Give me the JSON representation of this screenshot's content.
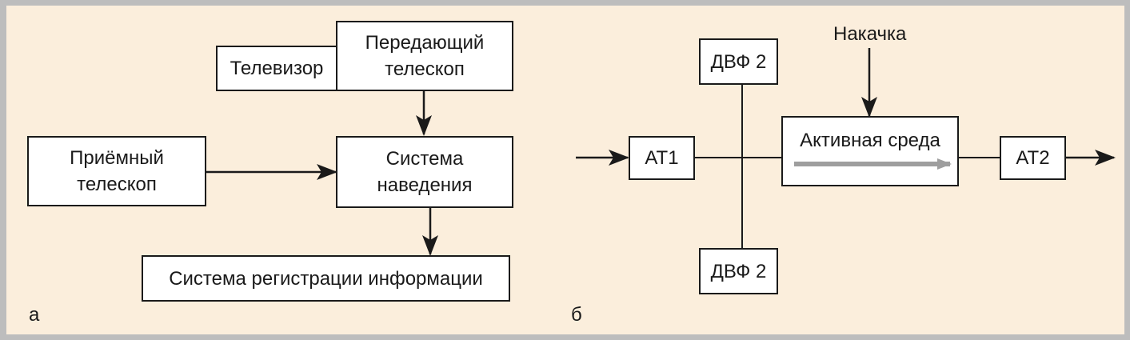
{
  "diagram_a": {
    "tv_label": "Телевизор",
    "transmit_telescope": "Передающий\nтелескоп",
    "receive_telescope": "Приёмный\nтелескоп",
    "guidance_system": "Система\nнаведения",
    "registration_system": "Система регистрации информации",
    "panel_letter": "а"
  },
  "diagram_b": {
    "pump_label": "Накачка",
    "dvf_top": "ДВФ 2",
    "dvf_bottom": "ДВФ 2",
    "at1": "АТ1",
    "active_medium": "Активная среда",
    "at2": "АТ2",
    "panel_letter": "б"
  },
  "colors": {
    "frame": "#bdbdbd",
    "background": "#fbeedc",
    "box_fill": "#ffffff",
    "line": "#1a1a1a",
    "beam_arrow": "#9e9e9e"
  }
}
